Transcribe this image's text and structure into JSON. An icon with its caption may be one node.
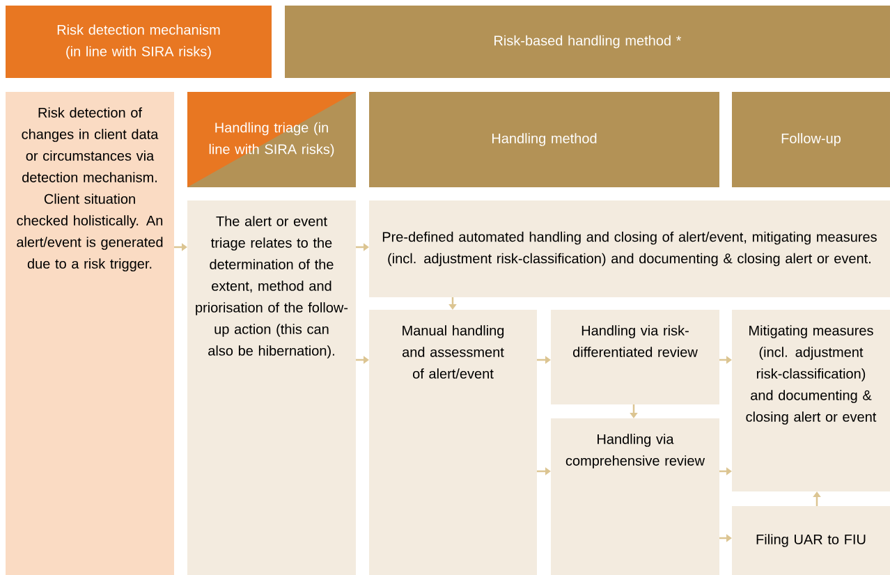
{
  "diagram": {
    "nodes": [
      {
        "text": [
          "Risk detection mechanism (in line with SIRA risks)"
        ]
      },
      {
        "text": [
          "Risk-based handling method *"
        ]
      },
      {
        "text": [
          "Risk detection of changes in client data or circumstances via detection mechanism. Client situation checked holistically. An alert/event is generated due to a risk trigger."
        ]
      },
      {
        "text": [
          "Handling triage (in line with SIRA risks)"
        ]
      },
      {
        "text": [
          "Handling method"
        ]
      },
      {
        "text": [
          "Follow-up"
        ]
      },
      {
        "text": [
          "The alert or event triage relates to the determination of the extent, method and priorisation of the follow-up action (this can also be hibernation)."
        ]
      },
      {
        "text": [
          "Pre-defined automated handling and closing of alert/event, mitigating measures (incl. adjustment risk-classification) and documenting & closing alert or event."
        ]
      },
      {
        "text": [
          "Manual handling and assessment of alert/event"
        ]
      },
      {
        "text": [
          "Handling via risk-differentiated review"
        ]
      },
      {
        "text": [
          "Handling via comprehensive review"
        ]
      },
      {
        "text": [
          "Mitigating measures (incl. adjustment risk-classification) and documenting & closing alert or event"
        ]
      },
      {
        "text": [
          "Filing UAR to FIU"
        ]
      }
    ],
    "edges": [
      {
        "from": 2,
        "to": 6,
        "arrow": "to"
      },
      {
        "from": 6,
        "to": 7,
        "arrow": "to"
      },
      {
        "from": 6,
        "to": 8,
        "arrow": "to"
      },
      {
        "from": 7,
        "to": 8,
        "arrow": "to"
      },
      {
        "from": 8,
        "to": 9,
        "arrow": "to"
      },
      {
        "from": 9,
        "to": 10,
        "arrow": "to"
      },
      {
        "from": 8,
        "to": 10,
        "arrow": "to"
      },
      {
        "from": 9,
        "to": 11,
        "arrow": "to"
      },
      {
        "from": 10,
        "to": 11,
        "arrow": "to"
      },
      {
        "from": 10,
        "to": 12,
        "arrow": "to"
      },
      {
        "from": 12,
        "to": 11,
        "arrow": "to"
      }
    ]
  }
}
